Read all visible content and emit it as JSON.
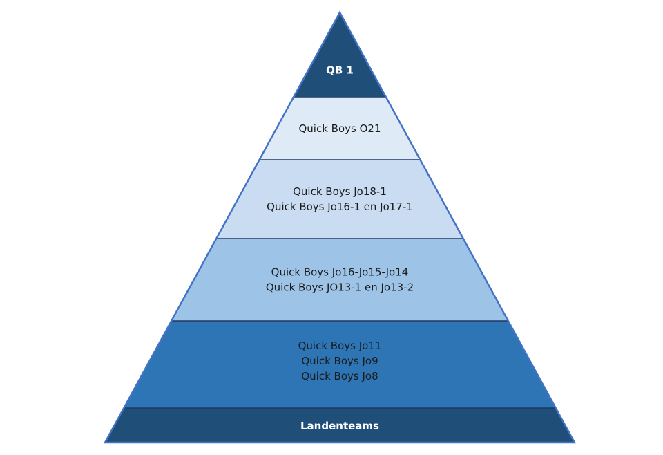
{
  "pyramid": {
    "tiers": [
      {
        "id": "qb1",
        "lines": [
          "QB 1"
        ],
        "fill": "#1f4e79",
        "text_style": "light"
      },
      {
        "id": "o21",
        "lines": [
          "Quick Boys O21"
        ],
        "fill": "#deebf7",
        "text_style": "dark"
      },
      {
        "id": "jo18",
        "lines": [
          "Quick Boys Jo18-1",
          "Quick Boys Jo16-1 en Jo17-1"
        ],
        "fill": "#c9dcf1",
        "text_style": "dark"
      },
      {
        "id": "jo16",
        "lines": [
          "Quick Boys Jo16-Jo15-Jo14",
          "Quick Boys JO13-1 en Jo13-2"
        ],
        "fill": "#9dc3e6",
        "text_style": "dark"
      },
      {
        "id": "jo11",
        "lines": [
          "Quick Boys Jo11",
          "Quick Boys Jo9",
          "Quick Boys Jo8"
        ],
        "fill": "#2e75b6",
        "text_style": "dark"
      },
      {
        "id": "landenteams",
        "lines": [
          "Landenteams"
        ],
        "fill": "#1f4e79",
        "text_style": "light"
      }
    ],
    "outline_color": "#4472c4",
    "divider_color": "#1f3864"
  }
}
